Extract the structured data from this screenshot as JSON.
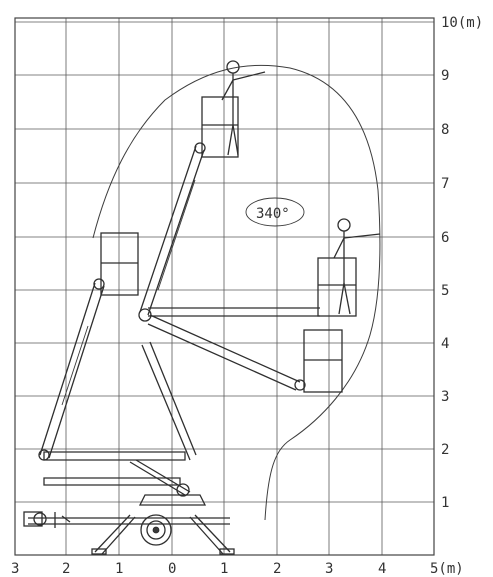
{
  "diagram": {
    "x_axis": {
      "labels": [
        "3",
        "2",
        "1",
        "0",
        "1",
        "2",
        "3",
        "4",
        "5(m)"
      ]
    },
    "y_axis": {
      "labels": [
        "1",
        "2",
        "3",
        "4",
        "5",
        "6",
        "7",
        "8",
        "9",
        "10(m)"
      ]
    },
    "rotation_label": "340°"
  }
}
